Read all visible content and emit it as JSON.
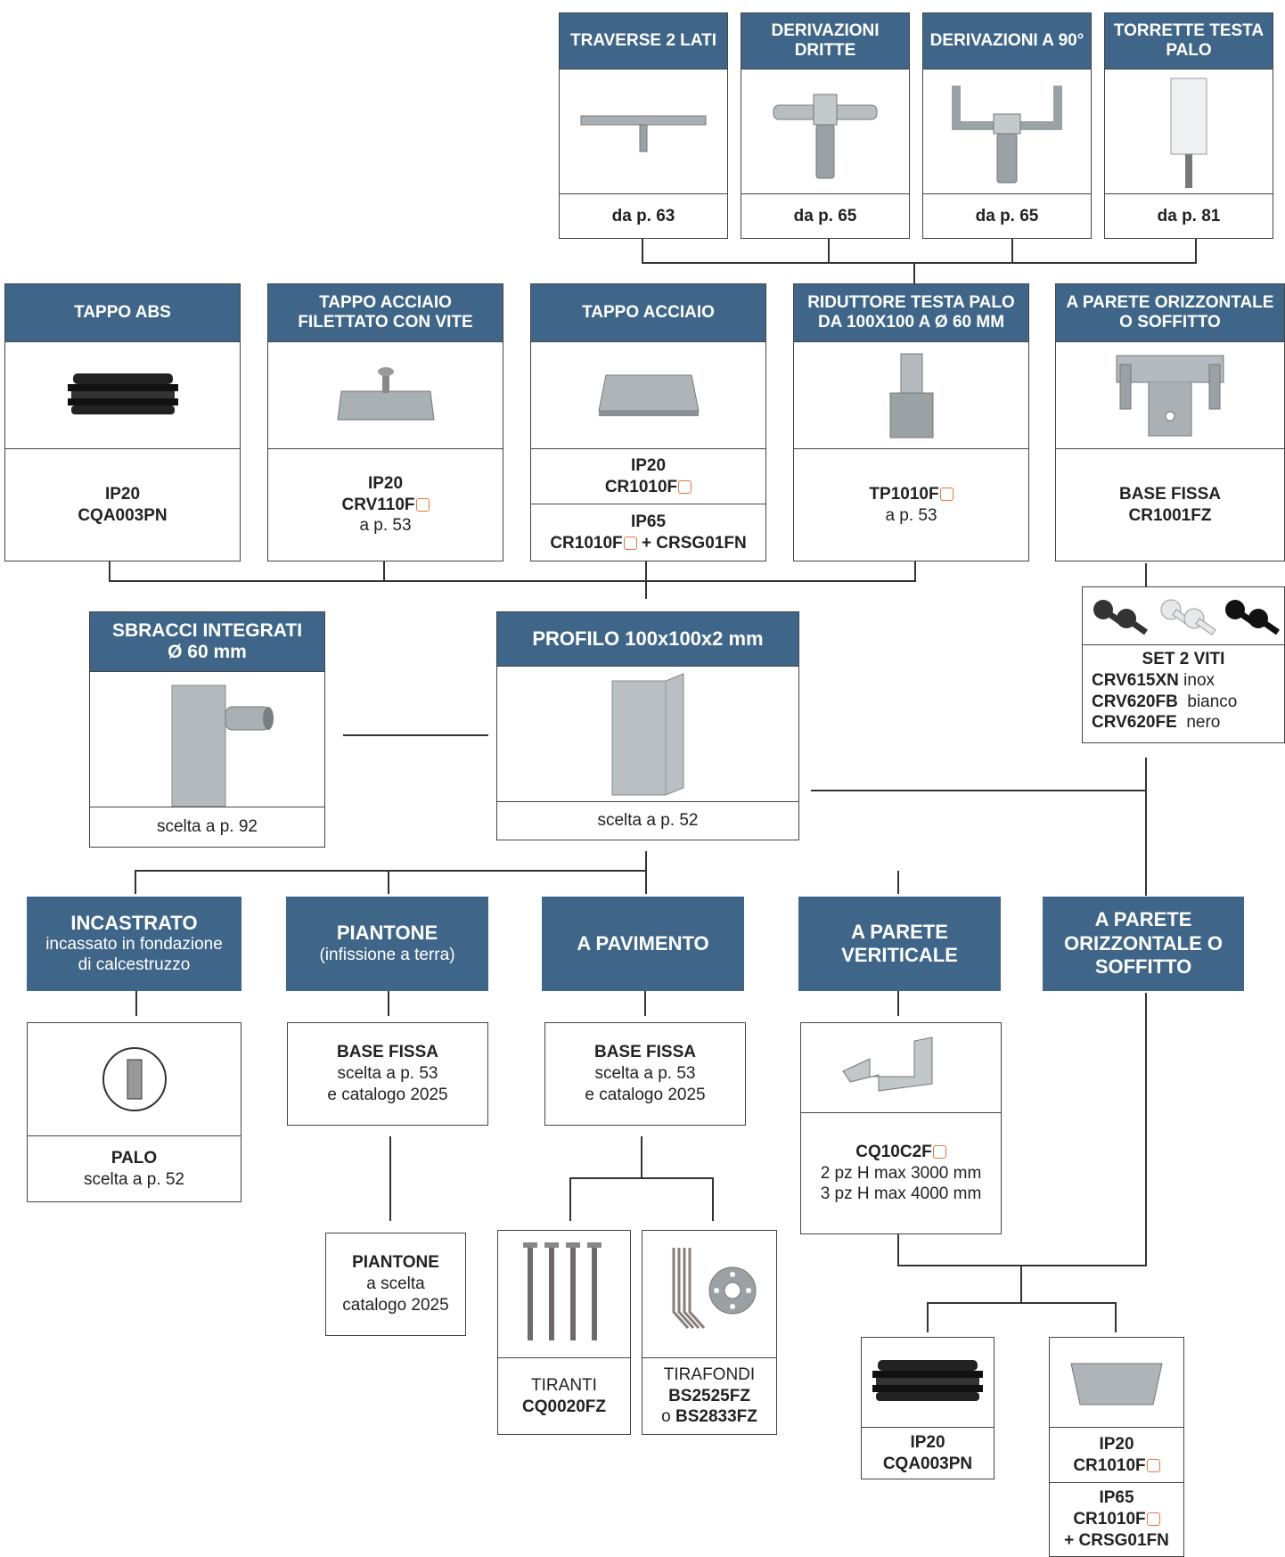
{
  "colors": {
    "header": "#3f6688",
    "line": "#333333",
    "accent": "#e8743b"
  },
  "top_row": [
    {
      "title": "TRAVERSE 2 LATI",
      "ref": "da p. 63",
      "icon": "traverse-image"
    },
    {
      "title": "DERIVAZIONI DRITTE",
      "ref": "da p. 65",
      "icon": "derivazioni-dritte-image"
    },
    {
      "title": "DERIVAZIONI A 90°",
      "ref": "da p. 65",
      "icon": "derivazioni-90-image"
    },
    {
      "title": "TORRETTE TESTA PALO",
      "ref": "da p. 81",
      "icon": "torrette-image"
    }
  ],
  "second_row": [
    {
      "title": "TAPPO ABS",
      "l1": "IP20",
      "l2": "CQA003PN"
    },
    {
      "title": "TAPPO ACCIAIO FILETTATO CON VITE",
      "l1": "IP20",
      "l2": "CRV110F",
      "l3": "a p. 53"
    },
    {
      "title": "TAPPO ACCIAIO",
      "l1": "IP20",
      "l2": "CR1010F",
      "l3": "IP65",
      "l4": "CR1010F",
      "l4b": "+ CRSG01FN"
    },
    {
      "title": "RIDUTTORE TESTA PALO DA 100X100 A Ø 60 MM",
      "l1": "TP1010F",
      "l2": "a p. 53"
    },
    {
      "title": "A PARETE ORIZZONTALE O SOFFITTO",
      "l1": "BASE FISSA",
      "l2": "CR1001FZ"
    }
  ],
  "screws": {
    "title": "SET 2 VITI",
    "rows": [
      {
        "code": "CRV615XN",
        "color": "inox"
      },
      {
        "code": "CRV620FB",
        "color": "bianco"
      },
      {
        "code": "CRV620FE",
        "color": "nero"
      }
    ]
  },
  "sbracci": {
    "title1": "SBRACCI INTEGRATI",
    "title2": "Ø 60 mm",
    "ref": "scelta a p. 92"
  },
  "profilo": {
    "title": "PROFILO 100x100x2 mm",
    "ref": "scelta a p. 52"
  },
  "install": [
    {
      "title": "INCASTRATO",
      "sub1": "incassato in fondazione",
      "sub2": "di calcestruzzo"
    },
    {
      "title": "PIANTONE",
      "sub1": "(infissione a terra)"
    },
    {
      "title": "A PAVIMENTO"
    },
    {
      "title1": "A PARETE",
      "title2": "VERITICALE"
    },
    {
      "title1": "A PARETE",
      "title2": "ORIZZONTALE O",
      "title3": "SOFFITTO"
    }
  ],
  "palo": {
    "l1": "PALO",
    "l2": "scelta a p. 52"
  },
  "base_fissa_1": {
    "l1": "BASE FISSA",
    "l2": "scelta a p. 53",
    "l3": "e catalogo 2025"
  },
  "base_fissa_2": {
    "l1": "BASE FISSA",
    "l2": "scelta a p. 53",
    "l3": "e catalogo 2025"
  },
  "piantone": {
    "l1": "PIANTONE",
    "l2": "a scelta",
    "l3": "catalogo 2025"
  },
  "tiranti": {
    "l1": "TIRANTI",
    "l2": "CQ0020FZ"
  },
  "tirafondi": {
    "l1": "TIRAFONDI",
    "l2": "BS2525FZ",
    "l3a": "o ",
    "l3b": "BS2833FZ"
  },
  "staffa": {
    "l1": "CQ10C2F",
    "l2": "2 pz H max 3000 mm",
    "l3": "3 pz H max 4000 mm"
  },
  "bottom_abs": {
    "l1": "IP20",
    "l2": "CQA003PN"
  },
  "bottom_acciaio": {
    "l1": "IP20",
    "l2": "CR1010F",
    "l3": "IP65",
    "l4": "CR1010F",
    "l5": "+ CRSG01FN"
  }
}
